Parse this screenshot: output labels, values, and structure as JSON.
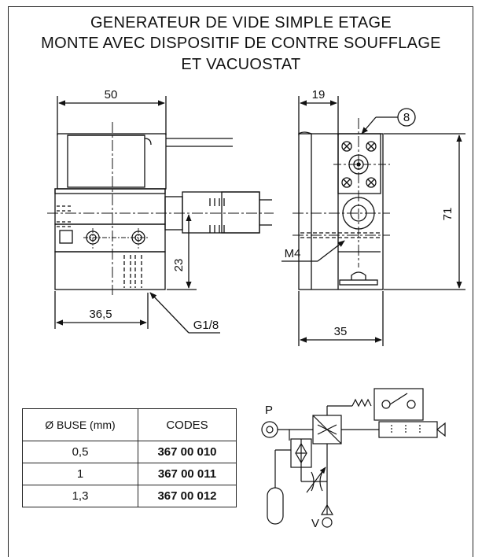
{
  "title": {
    "line1": "GENERATEUR DE VIDE SIMPLE ETAGE",
    "line2": "MONTE AVEC DISPOSITIF DE CONTRE SOUFFLAGE",
    "line3": "ET VACUOSTAT"
  },
  "dimensions": {
    "width_top": "50",
    "side_top": "19",
    "item_number": "8",
    "height": "71",
    "mid_height": "23",
    "bottom_left": "36,5",
    "thread_g": "G1/8",
    "thread_m": "M4",
    "depth": "35"
  },
  "table": {
    "header_buse": "Ø BUSE (mm)",
    "header_codes": "CODES",
    "rows": [
      {
        "buse": "0,5",
        "code": "367 00 010"
      },
      {
        "buse": "1",
        "code": "367 00 011"
      },
      {
        "buse": "1,3",
        "code": "367 00 012"
      }
    ]
  },
  "schematic": {
    "port_p": "P",
    "port_v": "V"
  }
}
